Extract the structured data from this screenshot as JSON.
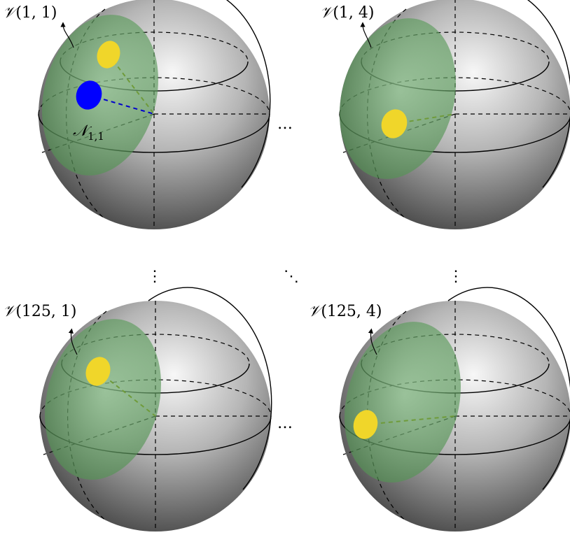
{
  "figure": {
    "spheres": [
      {
        "id": "v-1-1",
        "label_sym": "𝒱",
        "label_args": "(1, 1)",
        "neighborhood_sym": "𝒩",
        "neighborhood_sub": "1,1"
      },
      {
        "id": "v-1-4",
        "label_sym": "𝒱",
        "label_args": "(1, 4)"
      },
      {
        "id": "v-125-1",
        "label_sym": "𝒱",
        "label_args": "(125, 1)"
      },
      {
        "id": "v-125-4",
        "label_sym": "𝒱",
        "label_args": "(125, 4)"
      }
    ],
    "ellipsis": {
      "horizontal": "…",
      "vertical": "⋮",
      "diagonal": "⋱"
    },
    "colors": {
      "sphere_light": "#f2f2f2",
      "sphere_dark": "#3a3a3a",
      "region_green": "#5f9e5f",
      "yellow_point": "#f0d62a",
      "blue_point": "#0000ff",
      "blue_link": "#0000cc",
      "green_link": "#6f9b3a"
    }
  }
}
